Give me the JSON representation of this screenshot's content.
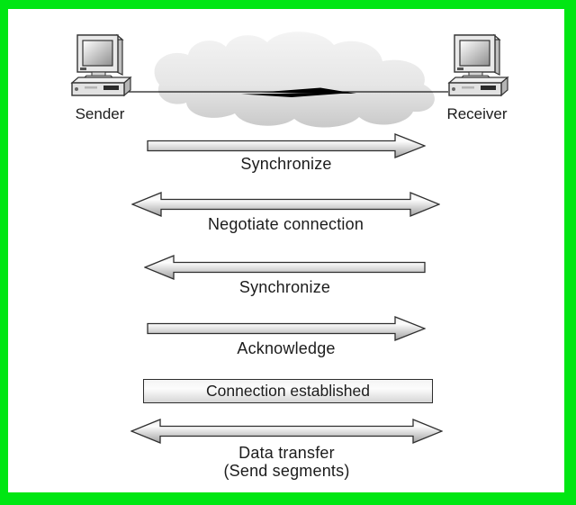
{
  "frame": {
    "border_color": "#00e613",
    "background": "#ffffff"
  },
  "nodes": {
    "sender": {
      "label": "Sender",
      "icon": "desktop-computer-icon"
    },
    "receiver": {
      "label": "Receiver",
      "icon": "desktop-computer-icon"
    }
  },
  "network": {
    "icon": "cloud-icon",
    "link": "link-line-with-break"
  },
  "steps": [
    {
      "label": "Synchronize",
      "direction": "right",
      "from": "sender",
      "to": "receiver"
    },
    {
      "label": "Negotiate connection",
      "direction": "both",
      "from": "sender",
      "to": "receiver"
    },
    {
      "label": "Synchronize",
      "direction": "left",
      "from": "receiver",
      "to": "sender"
    },
    {
      "label": "Acknowledge",
      "direction": "right",
      "from": "sender",
      "to": "receiver"
    },
    {
      "label": "Connection established",
      "direction": "none",
      "type": "status-box"
    },
    {
      "label": "Data transfer",
      "sublabel": "(Send segments)",
      "direction": "both"
    }
  ],
  "colors": {
    "arrow_outline": "#2f2f2f",
    "arrow_fill_light": "#fdfdfd",
    "arrow_fill_dark": "#a2a2a2",
    "cloud_fill_light": "#f4f4f4",
    "cloud_fill_dark": "#c9c9c9",
    "text": "#1c1c1c"
  }
}
